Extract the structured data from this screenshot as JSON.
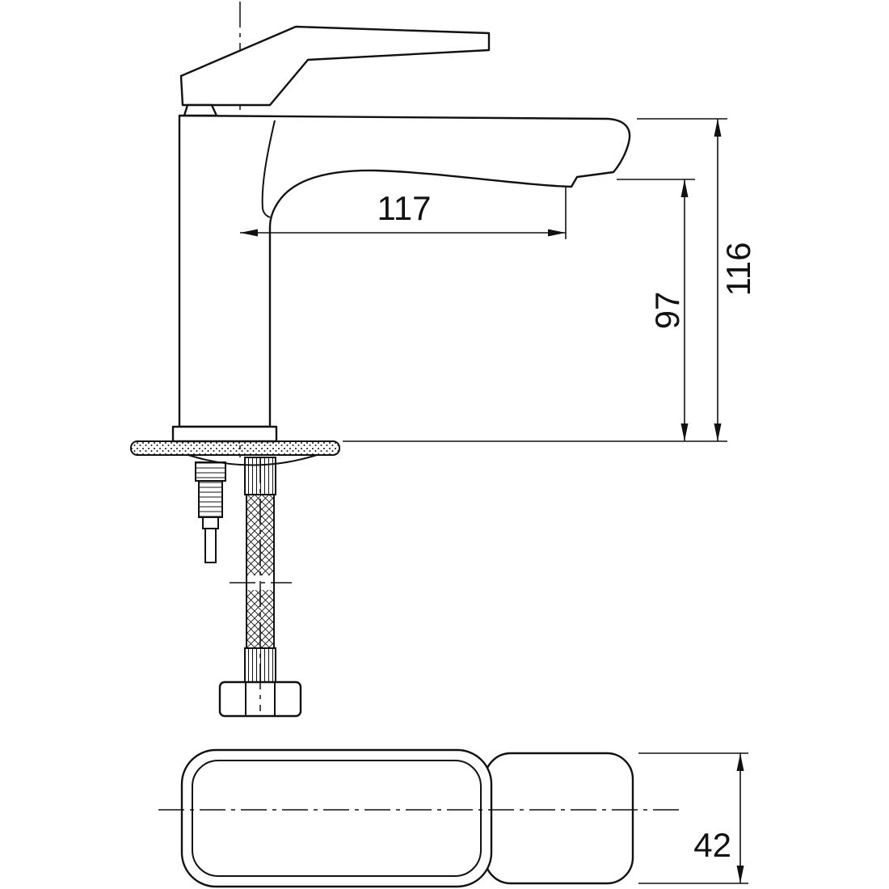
{
  "drawing": {
    "kind": "technical dimension drawing",
    "subject": "single-lever basin mixer tap, side view with supply hoses and top view",
    "background": "#ffffff",
    "line_color": "#111111"
  },
  "dims": {
    "spout_reach": "117",
    "spout_height": "97",
    "total_height": "116",
    "top_view_height": "42"
  }
}
